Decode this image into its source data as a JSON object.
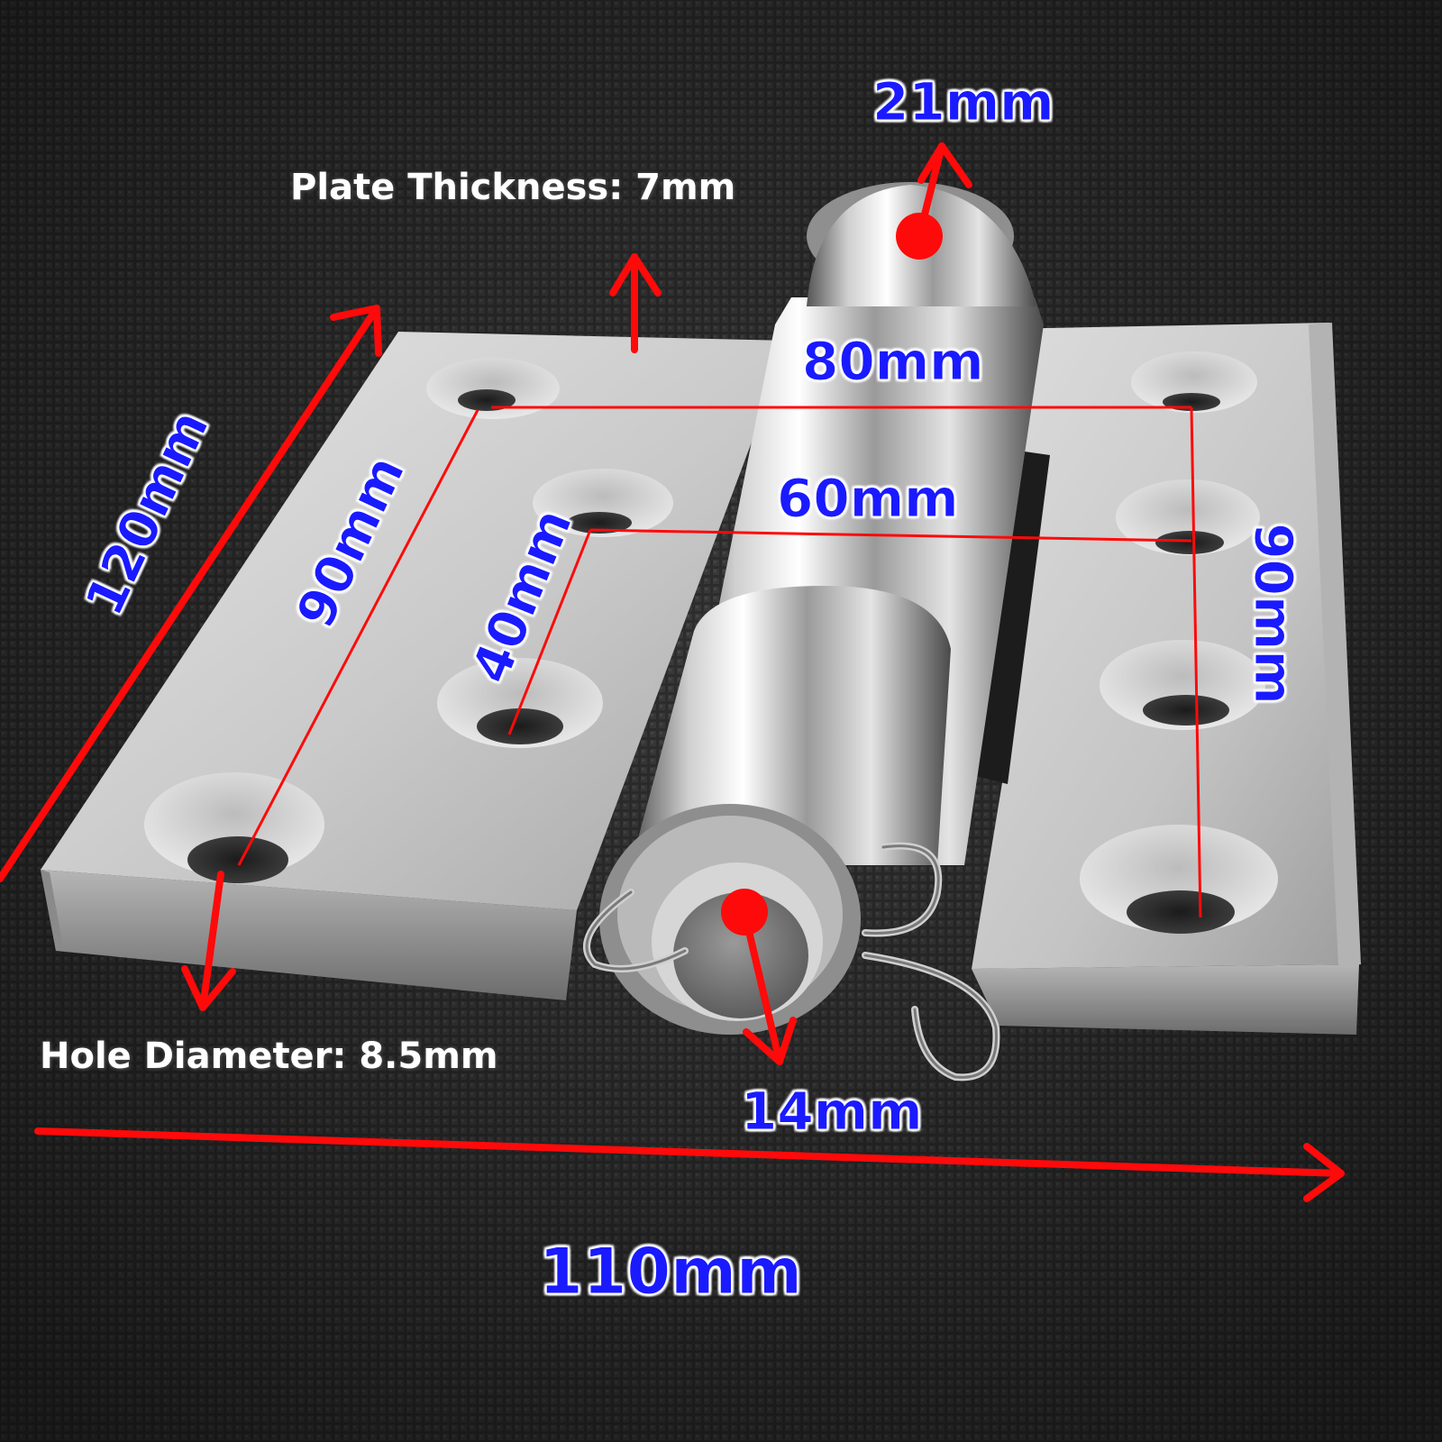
{
  "labels": {
    "top_pin": "21mm",
    "plate_thickness": "Plate Thickness: 7mm",
    "hole_spacing_top": "80mm",
    "hole_spacing_middle": "60mm",
    "length_left": "120mm",
    "hole_spacing_left": "90mm",
    "hole_spacing_inner": "40mm",
    "hole_spacing_right": "90mm",
    "hole_diameter": "Hole Diameter: 8.5mm",
    "pin_diameter": "14mm",
    "width_bottom": "110mm"
  },
  "colors": {
    "background": "#2b2b2b",
    "metal": "#c8c8c8",
    "arrow": "#ff0a0a",
    "label_blue": "#1a1aff",
    "label_white": "#ffffff"
  }
}
